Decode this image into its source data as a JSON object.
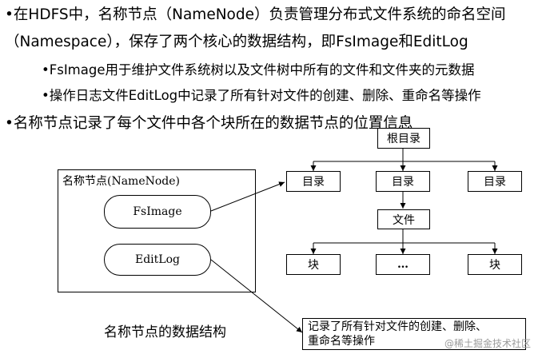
{
  "bullets": {
    "b1_line1": "•在HDFS中，名称节点（NameNode）负责管理分布式文件系统的命名空间",
    "b1_line2": "（Namespace），保存了两个核心的数据结构，即FsImage和EditLog",
    "b1_sub1": "•FsImage用于维护文件系统树以及文件树中所有的文件和文件夹的元数据",
    "b1_sub2": "•操作日志文件EditLog中记录了所有针对文件的创建、删除、重命名等操作",
    "b2": "•名称节点记录了每个文件中各个块所在的数据节点的位置信息"
  },
  "namenode": {
    "title": "名称节点(NameNode)",
    "fsimage": "FsImage",
    "editlog": "EditLog",
    "caption": "名称节点的数据结构"
  },
  "tree": {
    "root": "根目录",
    "dir_left": "目录",
    "dir_mid": "目录",
    "dir_right": "目录",
    "file": "文件",
    "block_left": "块",
    "block_mid": "…",
    "block_right": "块"
  },
  "note": {
    "line1": "记录了所有针对文件的创建、删除、",
    "line2": "重命名等操作"
  },
  "watermark": "@稀土掘金技术社区"
}
